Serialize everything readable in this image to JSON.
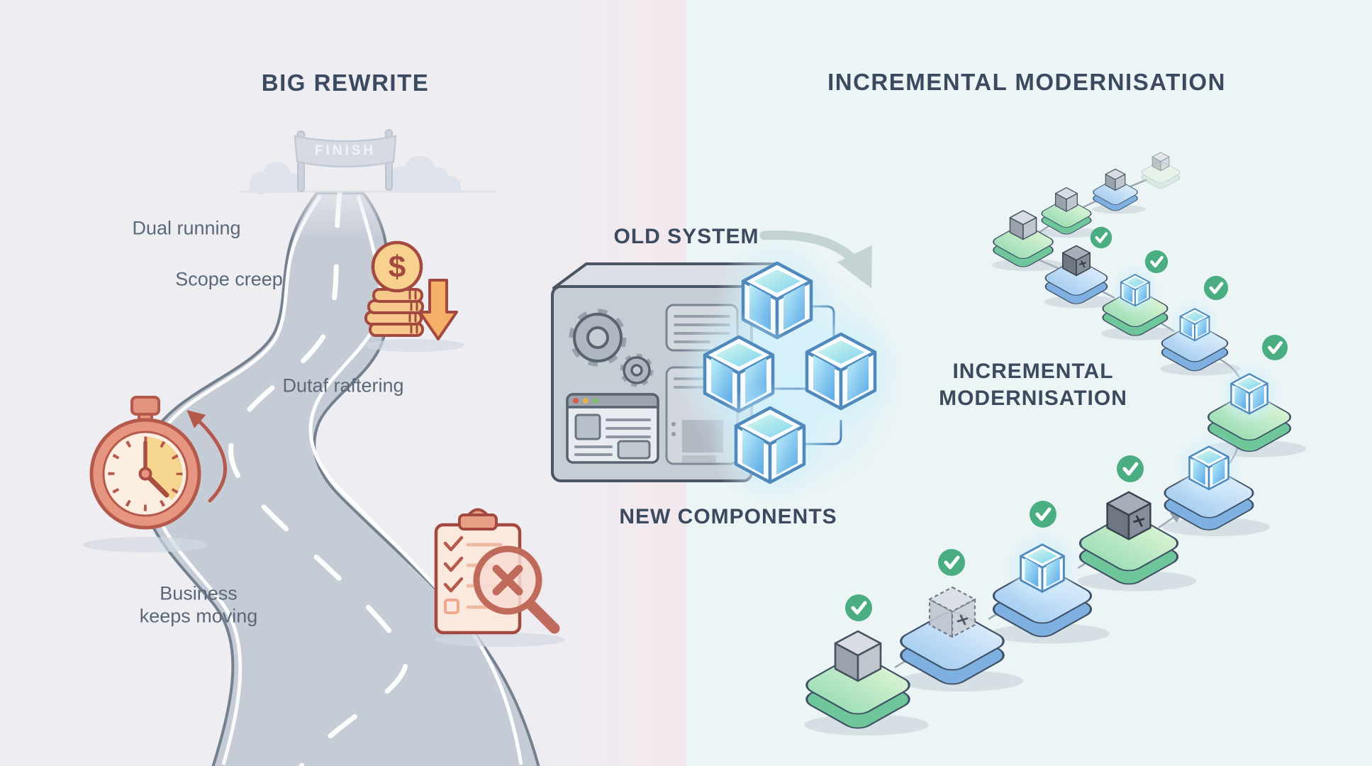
{
  "left": {
    "title": "BIG REWRITE",
    "finish_banner": "FINISH",
    "labels": {
      "dual_running": "Dual running",
      "scope_creep": "Scope creep",
      "data_transfer": "Dutaf raftering",
      "business_line1": "Business",
      "business_line2": "keeps moving"
    },
    "icons": [
      "finish-banner",
      "winding-road",
      "falling-coins",
      "stopwatch",
      "failed-checklist"
    ]
  },
  "right": {
    "title": "INCREMENTAL MODERNISATION",
    "old_system_label": "OLD SYSTEM",
    "new_components_label": "NEW COMPONENTS",
    "caption_line1": "INCREMENTAL",
    "caption_line2": "MODERNISATION",
    "steps": [
      {
        "platform": "green",
        "cube": "legacy",
        "checked": true
      },
      {
        "platform": "blue",
        "cube": "migrating-dashed",
        "checked": true
      },
      {
        "platform": "blue",
        "cube": "modernised",
        "checked": true
      },
      {
        "platform": "green",
        "cube": "legacy-tooling",
        "checked": true
      },
      {
        "platform": "blue",
        "cube": "modernised",
        "checked": false
      },
      {
        "platform": "green",
        "cube": "modernised",
        "checked": true
      },
      {
        "platform": "blue",
        "cube": "modernised",
        "checked": true
      },
      {
        "platform": "green",
        "cube": "modernised",
        "checked": true
      },
      {
        "platform": "blue",
        "cube": "legacy-tooling",
        "checked": true
      },
      {
        "platform": "green",
        "cube": "legacy",
        "checked": false
      },
      {
        "platform": "green",
        "cube": "legacy",
        "checked": false
      },
      {
        "platform": "blue",
        "cube": "legacy",
        "checked": false
      },
      {
        "platform": "green",
        "cube": "planned",
        "checked": false
      }
    ]
  },
  "colors": {
    "bg_left": "#EDEDF2",
    "bg_right": "#ECF4F5",
    "title_text": "#3B4A5E",
    "label_text": "#5A6878",
    "green_platform": "#C5E9C4",
    "blue_platform": "#C6DFF6",
    "check_green": "#4BAE82",
    "accent_red": "#B5594C",
    "coin_gold": "#F9D18F",
    "road_gray": "#C6CCD6",
    "cube_glow_blue": "#7FD4F0"
  }
}
